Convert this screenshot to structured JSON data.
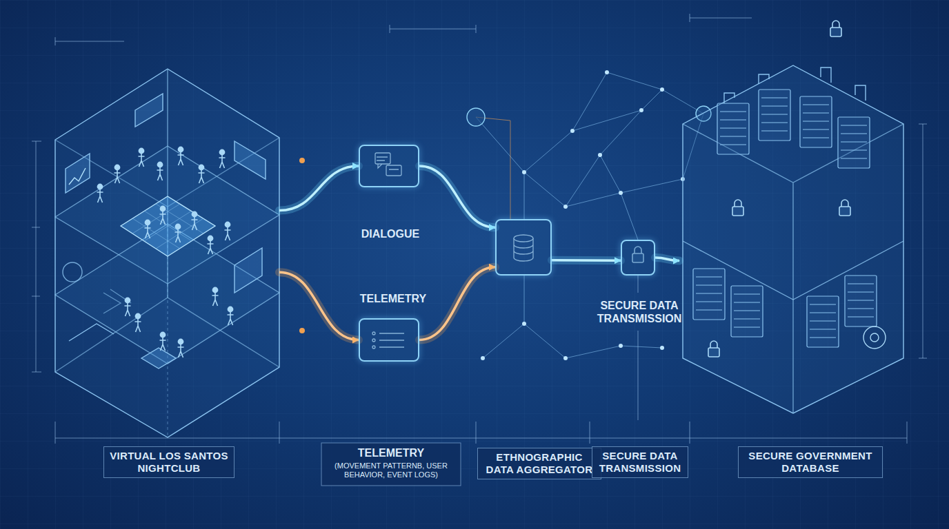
{
  "diagram": {
    "nodes": [
      {
        "text": [
          "VIRTUAL LOS SANTOS NIGHTCLUB"
        ]
      },
      {
        "text": [
          "DIALOGUE"
        ]
      },
      {
        "text": [
          "TELEMETRY"
        ]
      },
      {
        "text": [
          "ETHNOGRAPHIC DATA AGGREGATOR"
        ]
      },
      {
        "text": [
          "SECURE DATA TRANSMISSION"
        ]
      },
      {
        "text": [
          "SECURE GOVERNMENT DATABASE"
        ]
      }
    ],
    "edges": [
      {
        "from": 0,
        "to": 1,
        "arrow": "to"
      },
      {
        "from": 0,
        "to": 2,
        "arrow": "to"
      },
      {
        "from": 1,
        "to": 3,
        "arrow": "to"
      },
      {
        "from": 2,
        "to": 3,
        "arrow": "to"
      },
      {
        "from": 3,
        "to": 4,
        "arrow": "to"
      },
      {
        "from": 4,
        "to": 5,
        "arrow": "to"
      }
    ],
    "labels": [
      "TELEMETRY",
      "(MOVEMENT PATTERNB, USER BEHAVIOR, EVENT LOGS)",
      "SECURE DATA TRANSMISSION"
    ]
  }
}
